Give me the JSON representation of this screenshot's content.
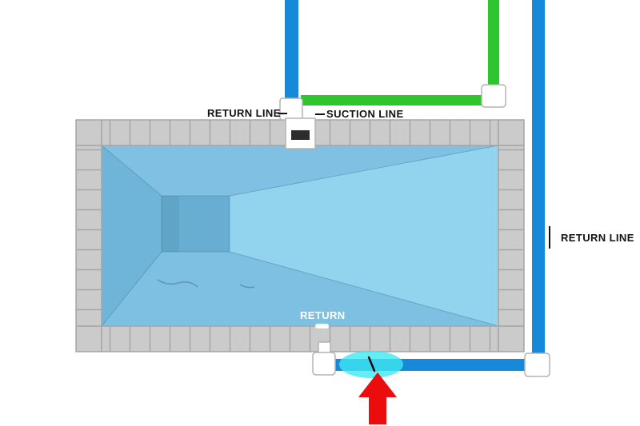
{
  "diagram": {
    "labels": {
      "return_line_top": "RETURN LINE",
      "suction_line": "SUCTION LINE",
      "return_line_right": "RETURN LINE",
      "return_bottom": "RETURN"
    },
    "colors": {
      "pipe-blue": "#1789d9",
      "pipe-green": "#2ec52e",
      "fitting-white": "#ffffff",
      "fitting-stroke": "#b3b3b3",
      "pool-border": "#cbcbcb",
      "pool-border-line": "#a5a5a5",
      "water-base": "#8ccbe9",
      "water-top-wall": "#80c1e3",
      "water-right-wall": "#92d3ee",
      "water-bottom-wall": "#7dc0e2",
      "water-left-wall": "#6fb5da",
      "water-floor": "#67aed2",
      "highlight-cyan": "#3fe8f2",
      "arrow-red": "#eb0d0d",
      "label-black": "#111111",
      "skimmer-dark": "#2d2d2d"
    }
  }
}
